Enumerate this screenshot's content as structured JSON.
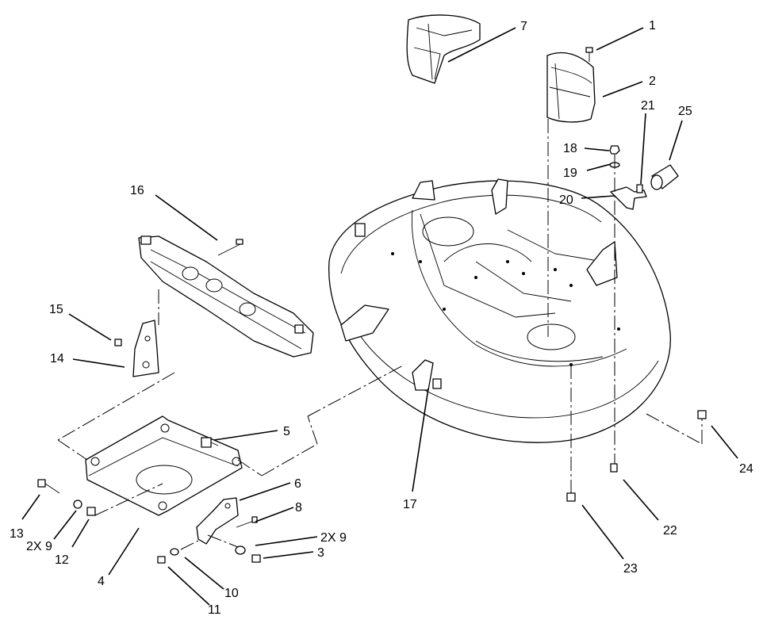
{
  "callouts": [
    {
      "id": "c1",
      "text": "1"
    },
    {
      "id": "c2",
      "text": "2"
    },
    {
      "id": "c3",
      "text": "3"
    },
    {
      "id": "c4",
      "text": "4"
    },
    {
      "id": "c5",
      "text": "5"
    },
    {
      "id": "c6",
      "text": "6"
    },
    {
      "id": "c7",
      "text": "7"
    },
    {
      "id": "c8",
      "text": "8"
    },
    {
      "id": "c9a",
      "text": "2X 9"
    },
    {
      "id": "c9b",
      "text": "2X 9"
    },
    {
      "id": "c10",
      "text": "10"
    },
    {
      "id": "c11",
      "text": "11"
    },
    {
      "id": "c12",
      "text": "12"
    },
    {
      "id": "c13",
      "text": "13"
    },
    {
      "id": "c14",
      "text": "14"
    },
    {
      "id": "c15",
      "text": "15"
    },
    {
      "id": "c16",
      "text": "16"
    },
    {
      "id": "c17",
      "text": "17"
    },
    {
      "id": "c18",
      "text": "18"
    },
    {
      "id": "c19",
      "text": "19"
    },
    {
      "id": "c20",
      "text": "20"
    },
    {
      "id": "c21",
      "text": "21"
    },
    {
      "id": "c22",
      "text": "22"
    },
    {
      "id": "c23",
      "text": "23"
    },
    {
      "id": "c24",
      "text": "24"
    },
    {
      "id": "c25",
      "text": "25"
    }
  ]
}
